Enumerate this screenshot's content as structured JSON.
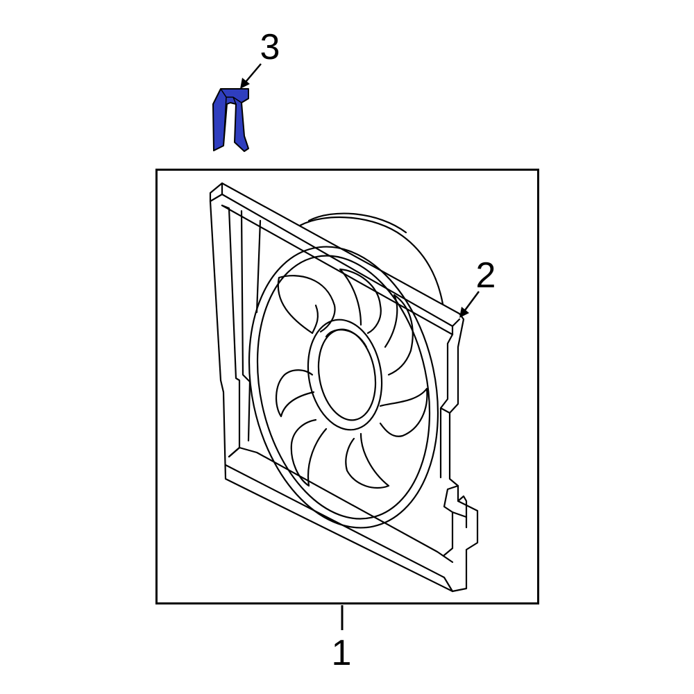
{
  "callouts": [
    {
      "number": "1",
      "part": "fan-shroud-assembly"
    },
    {
      "number": "2",
      "part": "shroud-clip-point"
    },
    {
      "number": "3",
      "part": "retaining-clip"
    }
  ],
  "colors": {
    "line": "#000000",
    "highlight": "#2f3ebe",
    "background": "#ffffff"
  }
}
